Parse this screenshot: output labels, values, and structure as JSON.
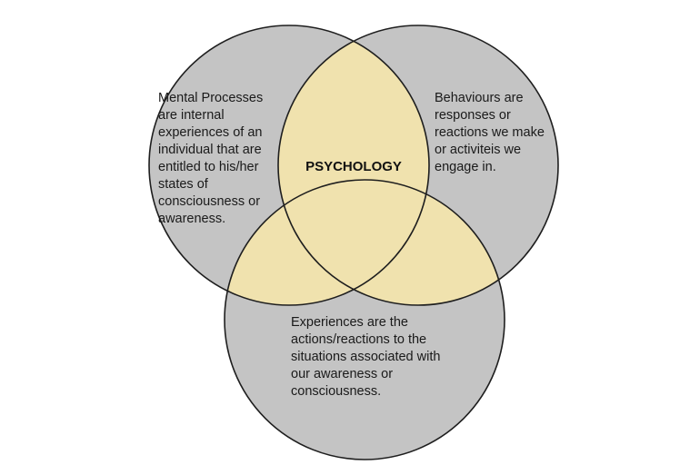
{
  "colors": {
    "circle_fill": "#c4c4c4",
    "overlap_fill": "#f0e2ae",
    "outline": "#1e1e1e",
    "background": "#ffffff"
  },
  "center": {
    "label": "PSYCHOLOGY"
  },
  "circles": {
    "mental_processes": {
      "lines": [
        "Mental Processes",
        "are internal",
        "experiences of an",
        "individual that are",
        "entitled to his/her",
        "states of",
        "consciousness or",
        "awareness."
      ]
    },
    "behaviours": {
      "lines": [
        "Behaviours are",
        "responses or",
        "reactions we make",
        "or activiteis we",
        "engage in."
      ]
    },
    "experiences": {
      "lines": [
        "Experiences are the",
        "actions/reactions to the",
        "situations associated with",
        "our awareness or",
        "consciousness."
      ]
    }
  }
}
